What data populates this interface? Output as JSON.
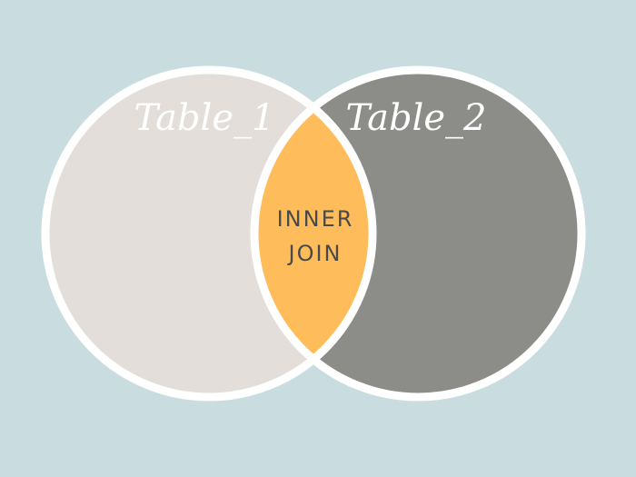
{
  "diagram": {
    "left_set": {
      "label": "Table_1",
      "color": "#e3ded9"
    },
    "right_set": {
      "label": "Table_2",
      "color": "#8c8c88"
    },
    "intersection": {
      "label_line_1": "INNER",
      "label_line_2": "JOIN",
      "color": "#ffbc5a"
    },
    "outline_color": "#ffffff",
    "background_color": "#c9dde1"
  }
}
